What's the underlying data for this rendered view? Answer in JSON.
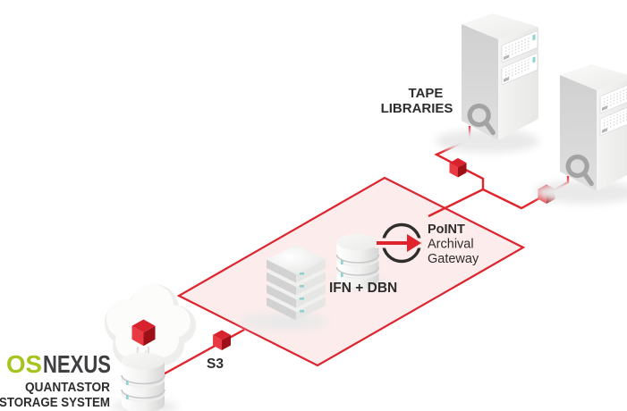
{
  "colors": {
    "accent_red": "#e0242e",
    "diamond_fill": "#fcecec",
    "diamond_stroke": "#dd2530",
    "text_dark": "#2e2d2c",
    "logo_green": "#a5c41d",
    "logo_dark": "#3f3e41",
    "teal": "#8ed2d0",
    "cube_top": "#d8222d",
    "cube_front": "#e93a43",
    "cube_side": "#9d1018"
  },
  "nodes": {
    "tape_libraries": {
      "label_line1": "TAPE",
      "label_line2": "LIBRARIES"
    },
    "gateway": {
      "name_bold": "PoINT",
      "name_line2": "Archival",
      "name_line3": "Gateway"
    },
    "middleware": {
      "label": "IFN + DBN"
    },
    "protocol": {
      "label": "S3"
    },
    "storage": {
      "brand_os": "OS",
      "brand_nexus": "NEXUS",
      "label_line1": "QUANTASTOR",
      "label_line2": "STORAGE SYSTEM"
    }
  },
  "icons": {
    "gateway": "circle-arrow-icon",
    "connector_node": "red-cube-icon",
    "cloud": "cloud-icon",
    "tape_library": "tape-library-tower-icon",
    "storage_stack": "disk-stack-icon",
    "middleware_servers": "server-stack-icon",
    "database": "database-cylinder-icon",
    "vendor_mark": "q-logo-icon"
  }
}
